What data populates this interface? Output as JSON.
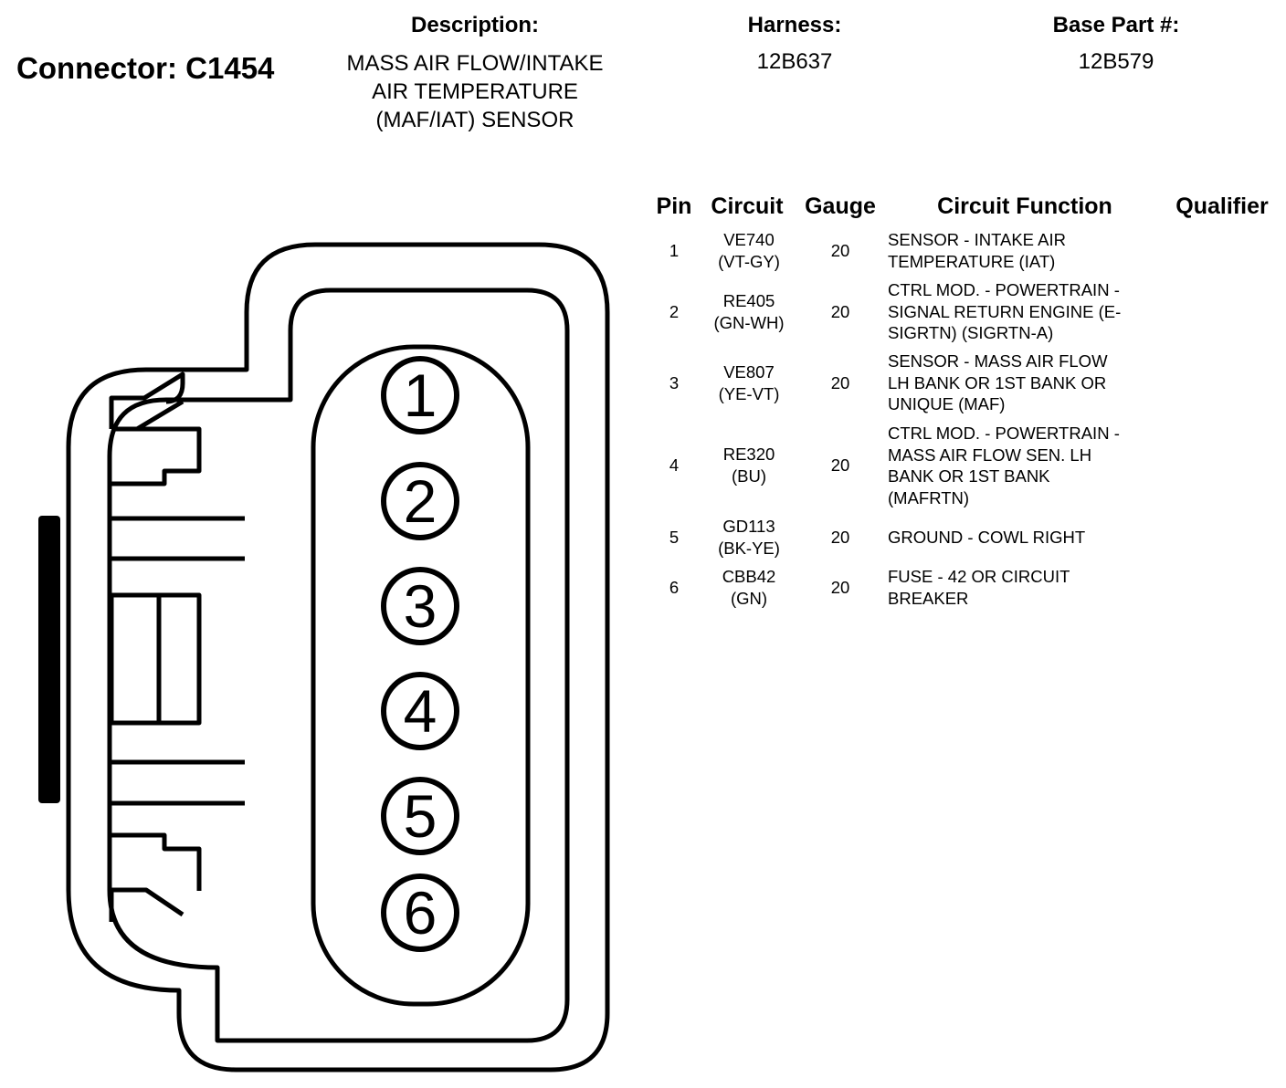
{
  "connector": {
    "title": "Connector: C1454"
  },
  "description": {
    "label": "Description:",
    "lines": [
      "MASS AIR FLOW/INTAKE",
      "AIR TEMPERATURE",
      "(MAF/IAT) SENSOR"
    ]
  },
  "harness": {
    "label": "Harness:",
    "value": "12B637"
  },
  "base_part": {
    "label": "Base Part #:",
    "value": "12B579"
  },
  "pin_labels": [
    "1",
    "2",
    "3",
    "4",
    "5",
    "6"
  ],
  "table": {
    "headers": {
      "pin": "Pin",
      "circuit": "Circuit",
      "gauge": "Gauge",
      "function": "Circuit Function",
      "qualifier": "Qualifier"
    },
    "rows": [
      {
        "pin": "1",
        "circuit": "VE740",
        "color": "(VT-GY)",
        "gauge": "20",
        "function": [
          "SENSOR - INTAKE AIR",
          "TEMPERATURE (IAT)"
        ]
      },
      {
        "pin": "2",
        "circuit": "RE405",
        "color": "(GN-WH)",
        "gauge": "20",
        "function": [
          "CTRL MOD. - POWERTRAIN -",
          "SIGNAL RETURN ENGINE (E-",
          "SIGRTN) (SIGRTN-A)"
        ]
      },
      {
        "pin": "3",
        "circuit": "VE807",
        "color": "(YE-VT)",
        "gauge": "20",
        "function": [
          "SENSOR - MASS AIR FLOW",
          "LH BANK OR 1ST BANK OR",
          "UNIQUE (MAF)"
        ]
      },
      {
        "pin": "4",
        "circuit": "RE320",
        "color": "(BU)",
        "gauge": "20",
        "function": [
          "CTRL MOD. - POWERTRAIN -",
          "MASS AIR FLOW SEN. LH",
          "BANK OR 1ST BANK",
          "(MAFRTN)"
        ]
      },
      {
        "pin": "5",
        "circuit": "GD113",
        "color": "(BK-YE)",
        "gauge": "20",
        "function": [
          "GROUND - COWL RIGHT"
        ]
      },
      {
        "pin": "6",
        "circuit": "CBB42",
        "color": "(GN)",
        "gauge": "20",
        "function": [
          "FUSE - 42 OR CIRCUIT",
          "BREAKER"
        ]
      }
    ]
  }
}
